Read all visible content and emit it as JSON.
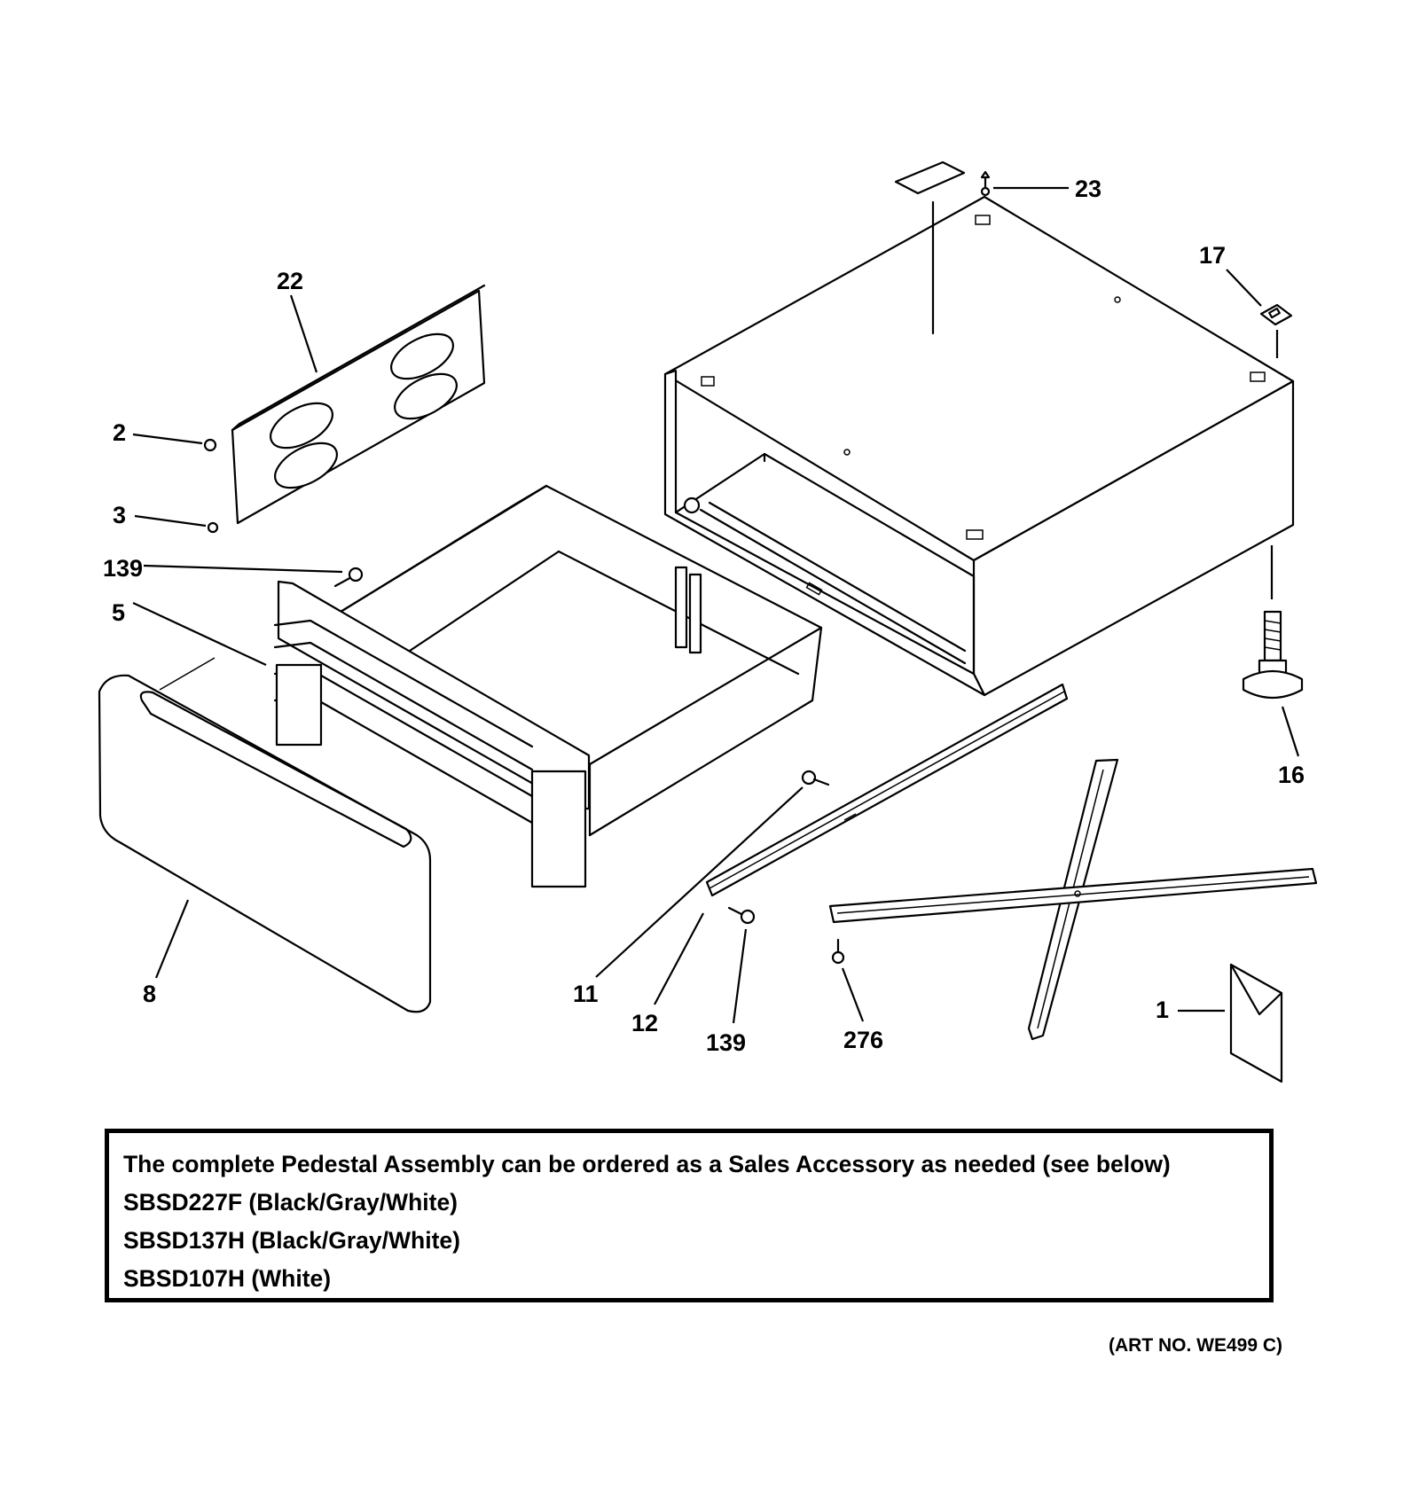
{
  "callouts": {
    "c23": "23",
    "c17": "17",
    "c22": "22",
    "c2": "2",
    "c3": "3",
    "c139a": "139",
    "c5": "5",
    "c16": "16",
    "c8": "8",
    "c11": "11",
    "c12": "12",
    "c139b": "139",
    "c276": "276",
    "c1": "1"
  },
  "note": {
    "line1": "The complete Pedestal Assembly can be ordered as a Sales Accessory as needed (see below)",
    "line2": "SBSD227F (Black/Gray/White)",
    "line3": "SBSD137H (Black/Gray/White)",
    "line4": "SBSD107H (White)"
  },
  "art_number": "(ART NO. WE499 C)"
}
